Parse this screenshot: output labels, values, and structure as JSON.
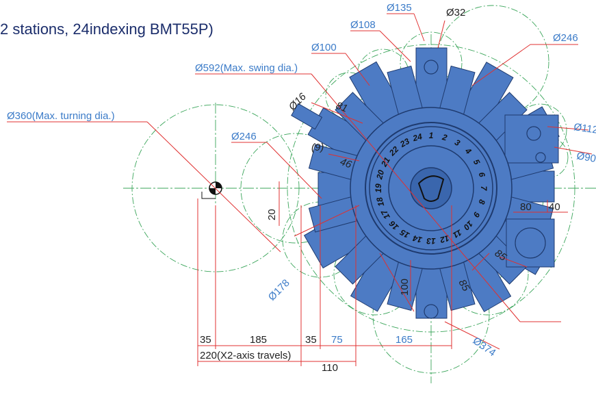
{
  "title": {
    "part1": "2 stations, ",
    "part2": "24indexing BMT55P)"
  },
  "colors": {
    "accent_blue": "#3b7bc8",
    "dim_red": "#e03030",
    "green_dash": "#3aa55a",
    "turret_blue": "#4d7bc4",
    "turret_dark": "#2a4f8f",
    "title_navy": "#1b2d6b"
  },
  "labels": {
    "d135": "Ø135",
    "d32": "Ø32",
    "d108": "Ø108",
    "d246_top": "Ø246",
    "d100": "Ø100",
    "d592": "Ø592(Max. swing dia.)",
    "d360": "Ø360(Max. turning dia.)",
    "d16": "Ø16",
    "v81": "81",
    "d246_left": "Ø246",
    "v9": "(9)",
    "v46": "46",
    "d112": "Ø112",
    "d90": "Ø90",
    "v20": "20",
    "v80": "80",
    "v40": "40",
    "v85a": "85",
    "v85b": "85",
    "v100": "100",
    "d178": "Ø178",
    "d374": "Ø374",
    "v35a": "35",
    "v185": "185",
    "v35b": "35",
    "v75": "75",
    "v165": "165",
    "v220": "220(X2-axis travels)",
    "v110": "110"
  },
  "station_numbers": [
    "1",
    "2",
    "3",
    "4",
    "5",
    "6",
    "7",
    "8",
    "9",
    "10",
    "11",
    "12",
    "13",
    "14",
    "15",
    "16",
    "17",
    "18",
    "19",
    "20",
    "21",
    "22",
    "23",
    "24"
  ]
}
